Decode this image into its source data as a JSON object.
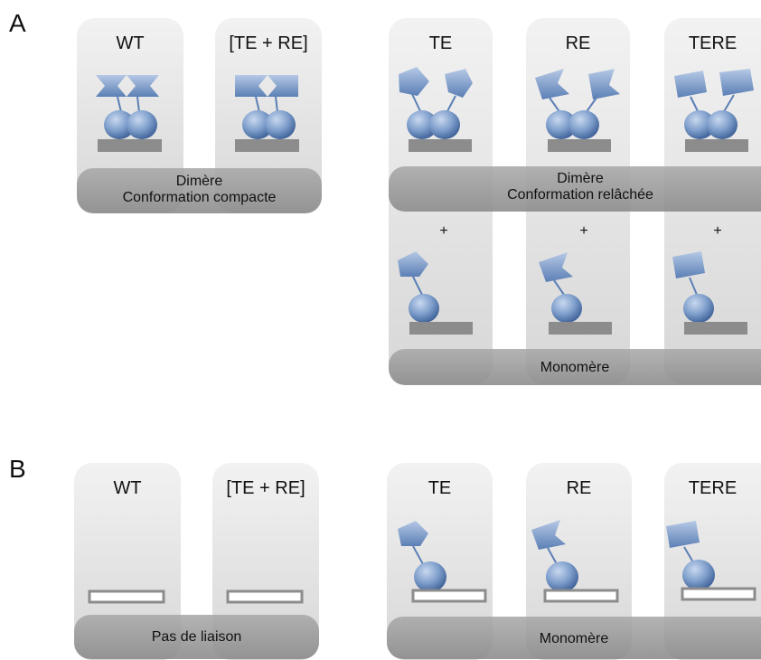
{
  "panel_a": {
    "letter": "A",
    "wt_label": "WT",
    "terE_label": "[TE + RE]",
    "te_label": "TE",
    "re_label": "RE",
    "tere_label": "TERE",
    "compact_line1": "Dimère",
    "compact_line2": "Conformation compacte",
    "relaxed_line1": "Dimère",
    "relaxed_line2": "Conformation relâchée",
    "plus_te": "+",
    "plus_re": "+",
    "plus_tere": "+",
    "monomer_label": "Monomère"
  },
  "panel_b": {
    "letter": "B",
    "wt_label": "WT",
    "terE_label": "[TE + RE]",
    "te_label": "TE",
    "re_label": "RE",
    "tere_label": "TERE",
    "no_binding_label": "Pas de liaison",
    "monomer_label": "Monomère"
  },
  "colors": {
    "protein_blue": "#6e91c4",
    "dna_gray": "#8c8c8c",
    "column_gray": "#e2e2e2",
    "band_gray": "#939393"
  }
}
